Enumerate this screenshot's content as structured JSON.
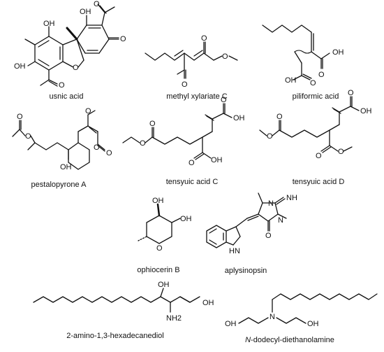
{
  "compounds": [
    {
      "name": "usnic acid"
    },
    {
      "name": "methyl xylariate C"
    },
    {
      "name": "piliformic acid"
    },
    {
      "name": "pestalopyrone A"
    },
    {
      "name": "tensyuic acid C"
    },
    {
      "name": "tensyuic acid D"
    },
    {
      "name": "ophiocerin B"
    },
    {
      "name": "aplysinopsin"
    },
    {
      "name": "2-amino-1,3-hexadecanediol"
    },
    {
      "name": "N-dodecyl-diethanolamine",
      "italic_prefix": "N",
      "rest": "-dodecyl-diethanolamine"
    }
  ],
  "atom_labels": {
    "OH": "OH",
    "O": "O",
    "NH": "NH",
    "NH2": "NH2",
    "N": "N",
    "HN": "HN"
  }
}
